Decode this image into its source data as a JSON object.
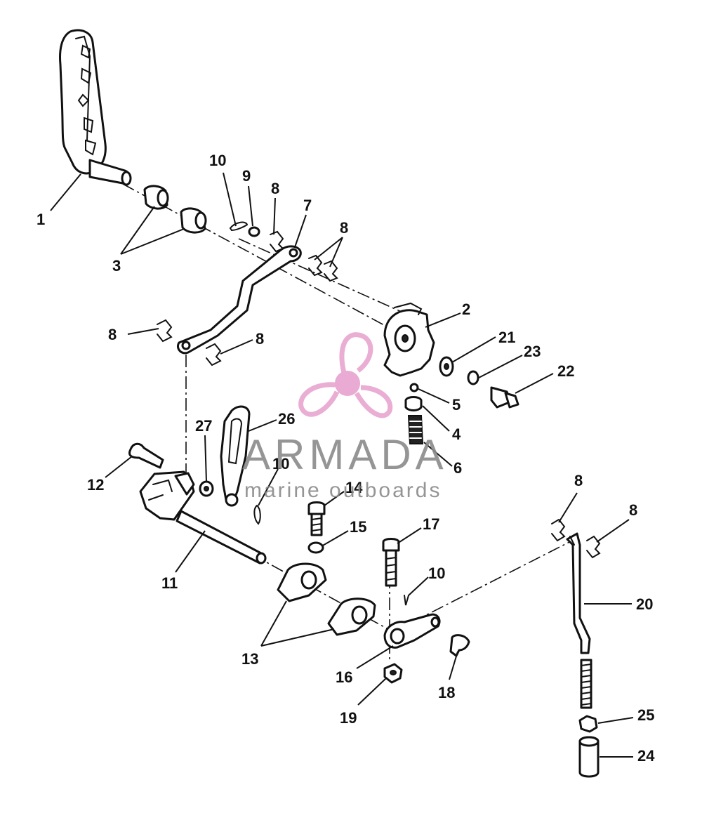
{
  "watermark": {
    "brand": "ARMADA",
    "tagline": "marine outboards",
    "logo_color": "#e8a5cf",
    "hub_color": "#e7a1d0",
    "text_color": "#8a8a8a"
  },
  "callouts": {
    "c1": "1",
    "c3": "3",
    "c10a": "10",
    "c9": "9",
    "c8a": "8",
    "c7": "7",
    "c8b": "8",
    "c2": "2",
    "c21": "21",
    "c23": "23",
    "c22": "22",
    "c8c": "8",
    "c8d": "8",
    "c5": "5",
    "c4": "4",
    "c6": "6",
    "c26": "26",
    "c27": "27",
    "c10b": "10",
    "c12": "12",
    "c14": "14",
    "c15": "15",
    "c17": "17",
    "c10c": "10",
    "c11": "11",
    "c13": "13",
    "c16": "16",
    "c18": "18",
    "c19": "19",
    "c8e": "8",
    "c8f": "8",
    "c20": "20",
    "c25": "25",
    "c24": "24"
  }
}
